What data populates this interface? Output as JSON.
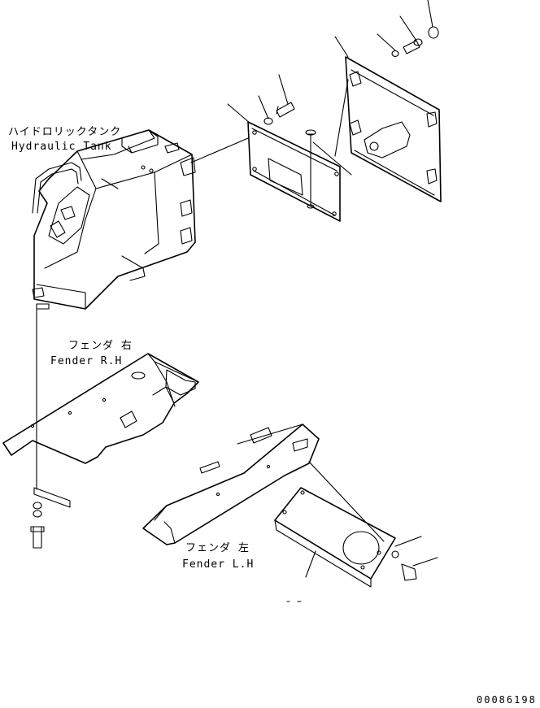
{
  "labels": {
    "hydraulic_tank_jp": "ハイドロリックタンク",
    "hydraulic_tank_en": "Hydraulic Tank",
    "fender_rh_jp": "フェンダ 右",
    "fender_rh_en": "Fender R.H",
    "fender_lh_jp": "フェンダ 左",
    "fender_lh_en": "Fender L.H",
    "figure_number": "00086198"
  }
}
